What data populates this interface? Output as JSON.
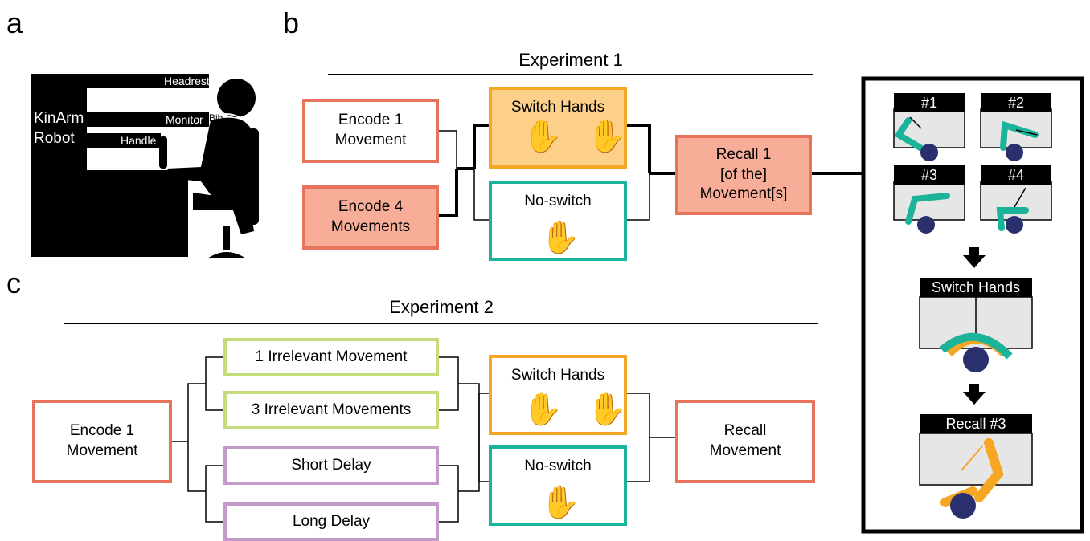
{
  "panels": {
    "a": "a",
    "b": "b",
    "c": "c"
  },
  "panel_a": {
    "robot_label_1": "KinArm",
    "robot_label_2": "Robot",
    "headrest": "Headrest",
    "monitor": "Monitor",
    "bib": "Bib",
    "handle": "Handle"
  },
  "experiment1": {
    "title": "Experiment 1",
    "encode1": "Encode 1",
    "encode1_line2": "Movement",
    "encode4": "Encode 4",
    "encode4_line2": "Movements",
    "switch": "Switch Hands",
    "noswitch": "No-switch",
    "recall_l1": "Recall 1",
    "recall_l2": "[of the]",
    "recall_l3": "Movement[s]"
  },
  "side_panel": {
    "t1": "#1",
    "t2": "#2",
    "t3": "#3",
    "t4": "#4",
    "switch": "Switch Hands",
    "recall": "Recall #3"
  },
  "experiment2": {
    "title": "Experiment 2",
    "encode_l1": "Encode 1",
    "encode_l2": "Movement",
    "irr1": "1 Irrelevant Movement",
    "irr3": "3 Irrelevant Movements",
    "short": "Short Delay",
    "long": "Long Delay",
    "switch": "Switch Hands",
    "noswitch": "No-switch",
    "recall_l1": "Recall",
    "recall_l2": "Movement"
  },
  "colors": {
    "encode": "#e8735c",
    "switch": "#f5a623",
    "noswitch": "#1bb39a",
    "irrelevant": "#c5dc7a",
    "delay": "#c39ac9",
    "arm_teal": "#1bb39a",
    "arm_orange": "#f5a623"
  }
}
